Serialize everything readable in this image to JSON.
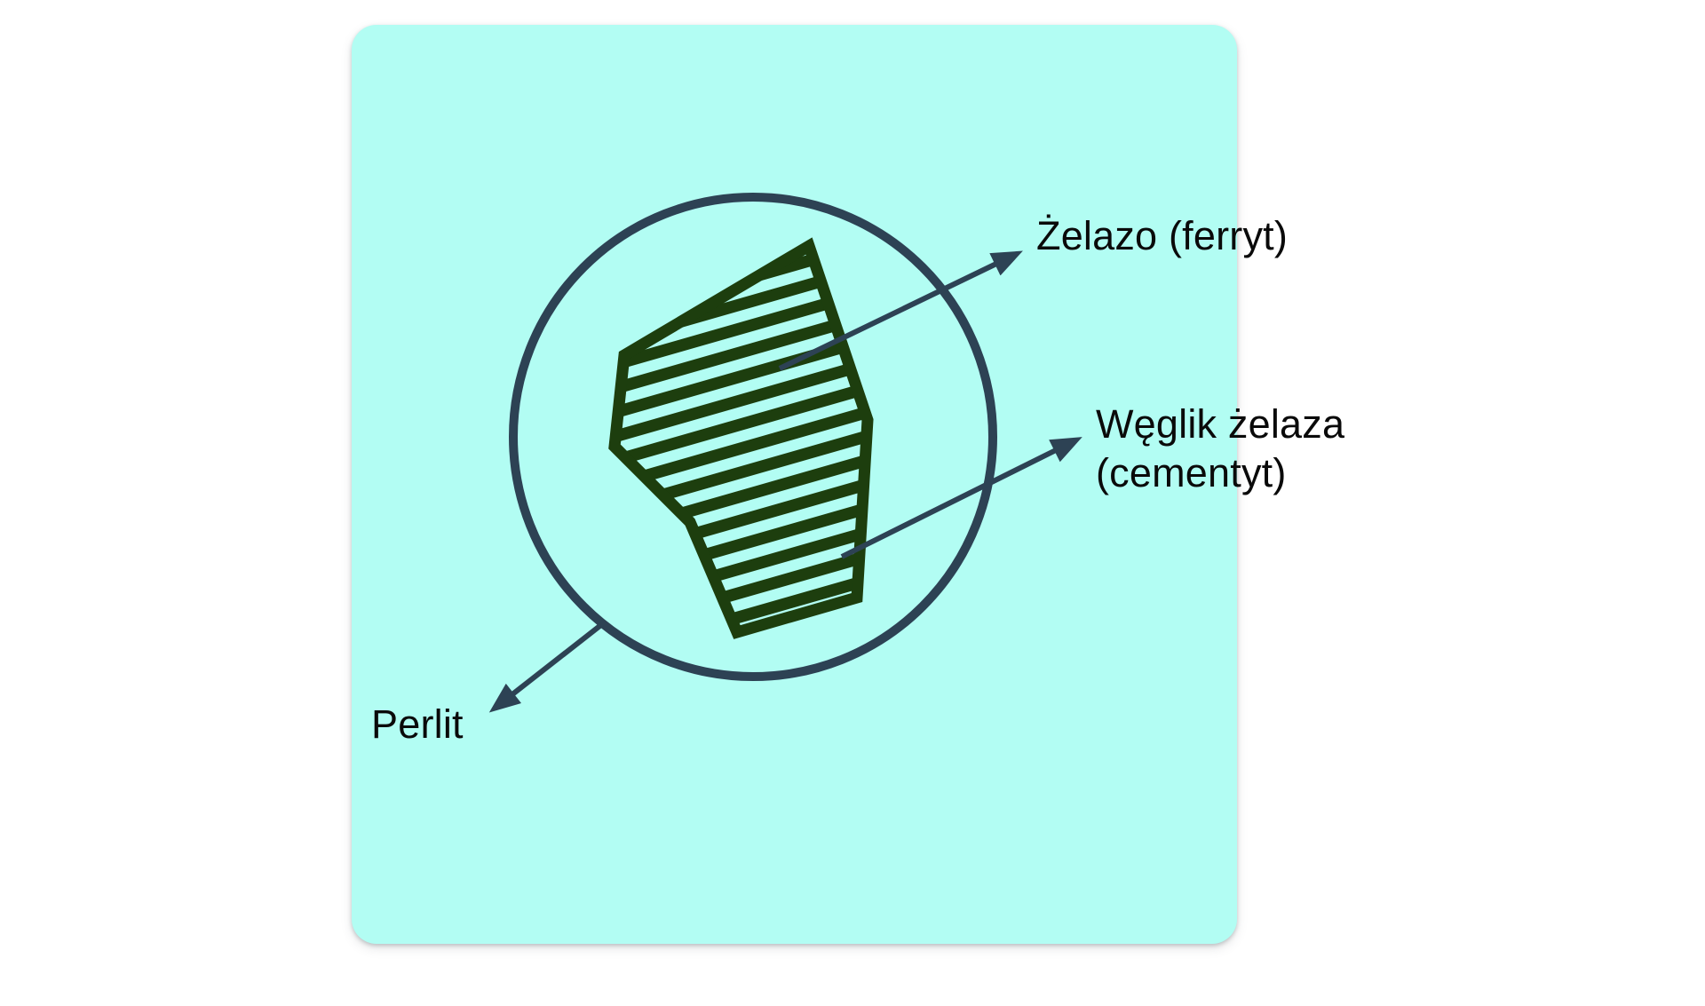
{
  "page": {
    "background": "#ffffff"
  },
  "card": {
    "background_color": "#b2fdf3"
  },
  "colors": {
    "outline_slate": "#2d4254",
    "hatch_green": "#1d3e0e",
    "text": "#0a0a0a"
  },
  "labels": {
    "ferrite": "Żelazo (ferryt)",
    "cementite_line1": "Węglik żelaza",
    "cementite_line2": "(cementyt)",
    "pearlite": "Perlit"
  }
}
